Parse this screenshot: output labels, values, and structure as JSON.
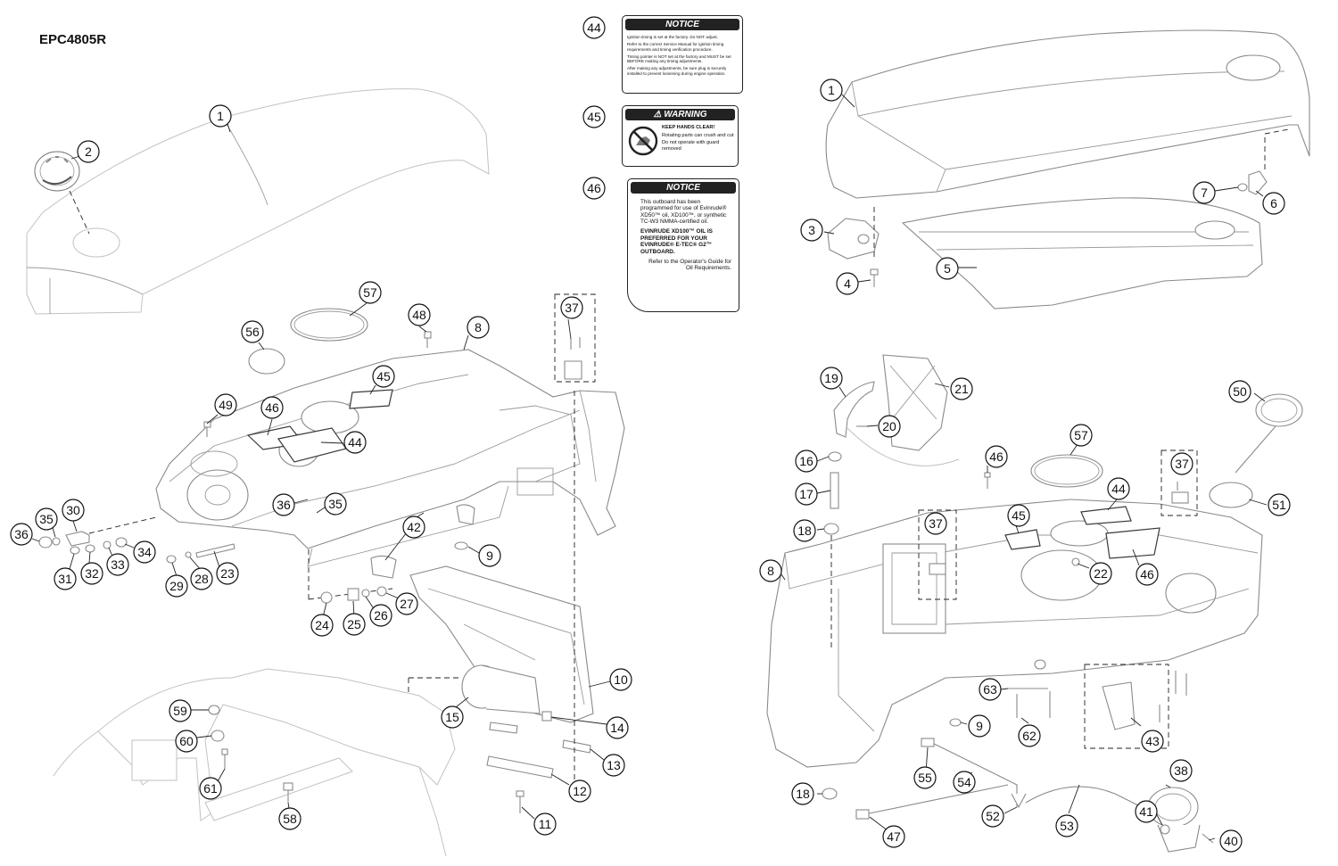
{
  "document_code": "EPC4805R",
  "callouts": [
    "1",
    "2",
    "3",
    "4",
    "5",
    "6",
    "7",
    "8",
    "9",
    "10",
    "11",
    "12",
    "13",
    "14",
    "15",
    "16",
    "17",
    "18",
    "19",
    "20",
    "21",
    "22",
    "23",
    "24",
    "25",
    "26",
    "27",
    "28",
    "29",
    "30",
    "31",
    "32",
    "33",
    "34",
    "35",
    "36",
    "37",
    "38",
    "40",
    "41",
    "42",
    "43",
    "44",
    "45",
    "46",
    "47",
    "48",
    "49",
    "50",
    "51",
    "52",
    "53",
    "54",
    "55",
    "56",
    "57",
    "58",
    "59",
    "60",
    "61",
    "62",
    "63"
  ],
  "decals": {
    "notice_44": {
      "heading": "NOTICE",
      "lines": [
        "Ignition timing is set at the factory. Do NOT adjust.",
        "Refer to the correct Service Manual for ignition timing requirements and timing verification procedure.",
        "Timing pointer is NOT set at the factory and MUST be set BEFORE making any timing adjustments.",
        "After making any adjustments, be sure plug is securely installed to prevent loosening during engine operation."
      ]
    },
    "warning_45": {
      "heading": "WARNING",
      "line1": "KEEP HANDS CLEAR!",
      "line2": "Rotating parts can crush and cut",
      "line3": "Do not operate with guard removed"
    },
    "notice_46": {
      "heading": "NOTICE",
      "para1": "This outboard has been programmed for use of Evinrude® XD50™ oil, XD100™, or synthetic TC-W3 NMMA-certified oil.",
      "para2": "EVINRUDE XD100™ OIL IS PREFERRED FOR YOUR EVINRUDE® E-TEC® G2™ OUTBOARD.",
      "para3": "Refer to the Operator's Guide for Oil Requirements."
    }
  }
}
